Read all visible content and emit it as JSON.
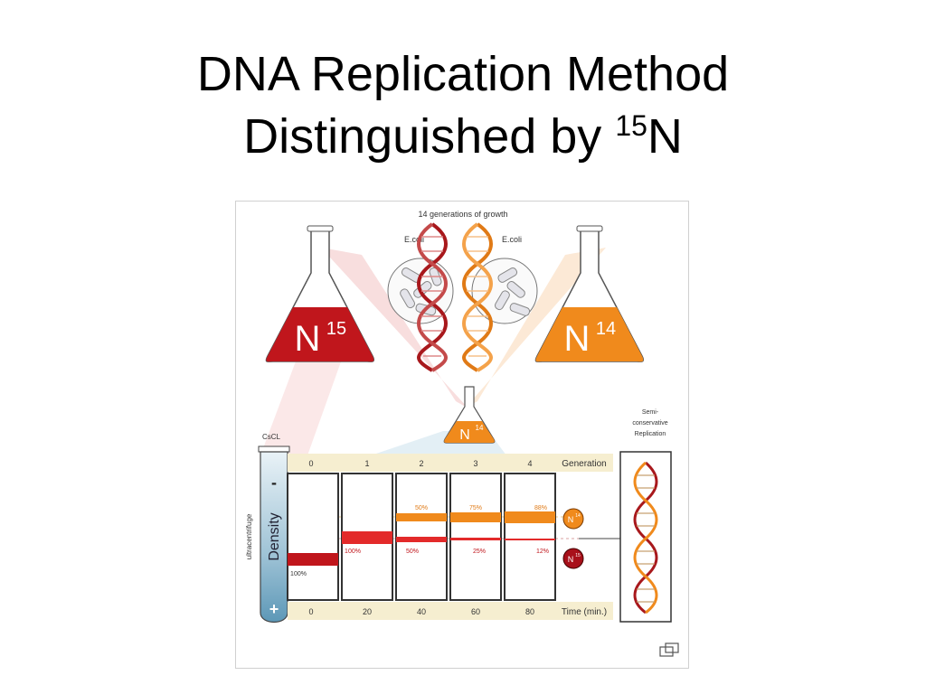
{
  "title": {
    "line1": "DNA Replication Method",
    "line2_prefix": "Distinguished by ",
    "line2_sup": "15",
    "line2_suffix": "N"
  },
  "figure": {
    "top_caption": "14 generations of growth",
    "ecoli_left": "E.coli",
    "ecoli_right": "E.coli",
    "flask_left": {
      "label": "N",
      "sup": "15",
      "color": "#c0161c"
    },
    "flask_right": {
      "label": "N",
      "sup": "14",
      "color": "#f08a1c"
    },
    "flask_center": {
      "label": "N",
      "sup": "14"
    },
    "tube_label": "CsCL",
    "tube_minus": "-",
    "tube_plus": "+",
    "density_label": "Density",
    "ultracentrifuge_label": "ultracentrifuge",
    "generation_label": "Generation",
    "generations": [
      "0",
      "1",
      "2",
      "3",
      "4"
    ],
    "time_label": "Time (min.)",
    "times": [
      "0",
      "20",
      "40",
      "60",
      "80"
    ],
    "light_percents": [
      "",
      "",
      "50%",
      "75%",
      "88%"
    ],
    "heavy_percents": [
      "100%",
      "100%",
      "50%",
      "25%",
      "12%"
    ],
    "legend_light": {
      "label": "N",
      "sup": "14"
    },
    "legend_heavy": {
      "label": "N",
      "sup": "15"
    },
    "semi_caption": [
      "Semi-",
      "conservative",
      "Replication"
    ],
    "expand_icon": "expand-icon"
  }
}
